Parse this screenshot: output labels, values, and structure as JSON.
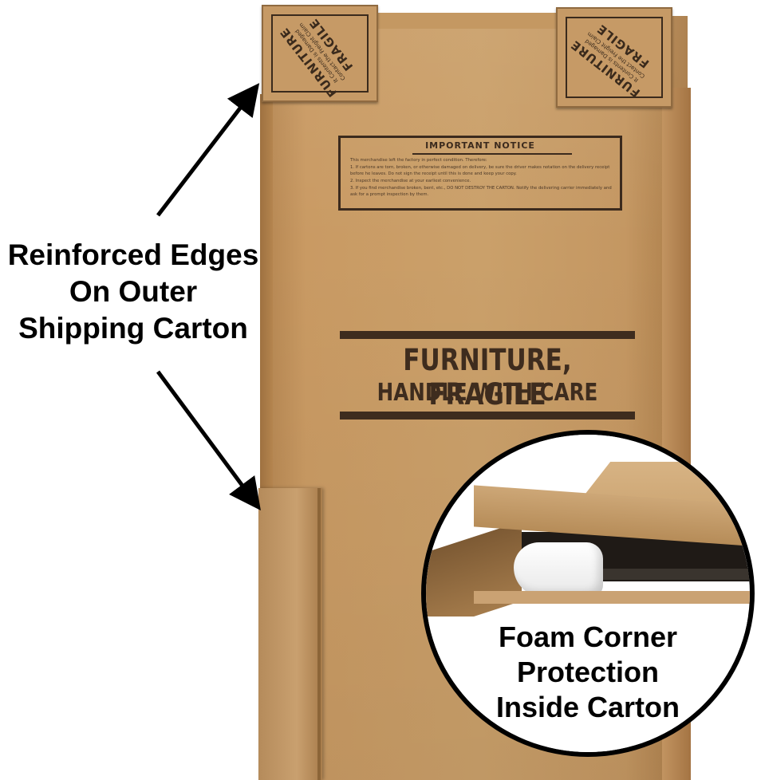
{
  "callout": {
    "lines": [
      "Reinforced Edges",
      "On Outer",
      "Shipping Carton"
    ]
  },
  "inset": {
    "lines": [
      "Foam Corner",
      "Protection",
      "Inside Carton"
    ]
  },
  "carton": {
    "heading_line1": "FURNITURE, FRAGILE",
    "heading_line2": "HANDLE WITH CARE",
    "notice_title": "IMPORTANT NOTICE",
    "notice_lines": [
      "This merchandise left the factory in perfect condition. Therefore:",
      "1. If cartons are torn, broken, or otherwise damaged on delivery, be sure the driver makes notation on the delivery receipt before he leaves. Do not sign the receipt until this is done and keep your copy.",
      "2. Inspect the merchandise at your earliest convenience.",
      "3. If you find merchandise broken, bent, etc., DO NOT DESTROY THE CARTON. Notify the delivering carrier immediately and ask for a prompt inspection by them."
    ],
    "corner_cap_big1": "FURNITURE",
    "corner_cap_big2": "FRAGILE",
    "corner_cap_small1": "It Contents is Damaged",
    "corner_cap_small2": "Contact the Freight Claim"
  },
  "colors": {
    "cardboard": "#c99a63",
    "print": "#3e2c1e",
    "text": "#000000",
    "inset_border": "#000000"
  }
}
